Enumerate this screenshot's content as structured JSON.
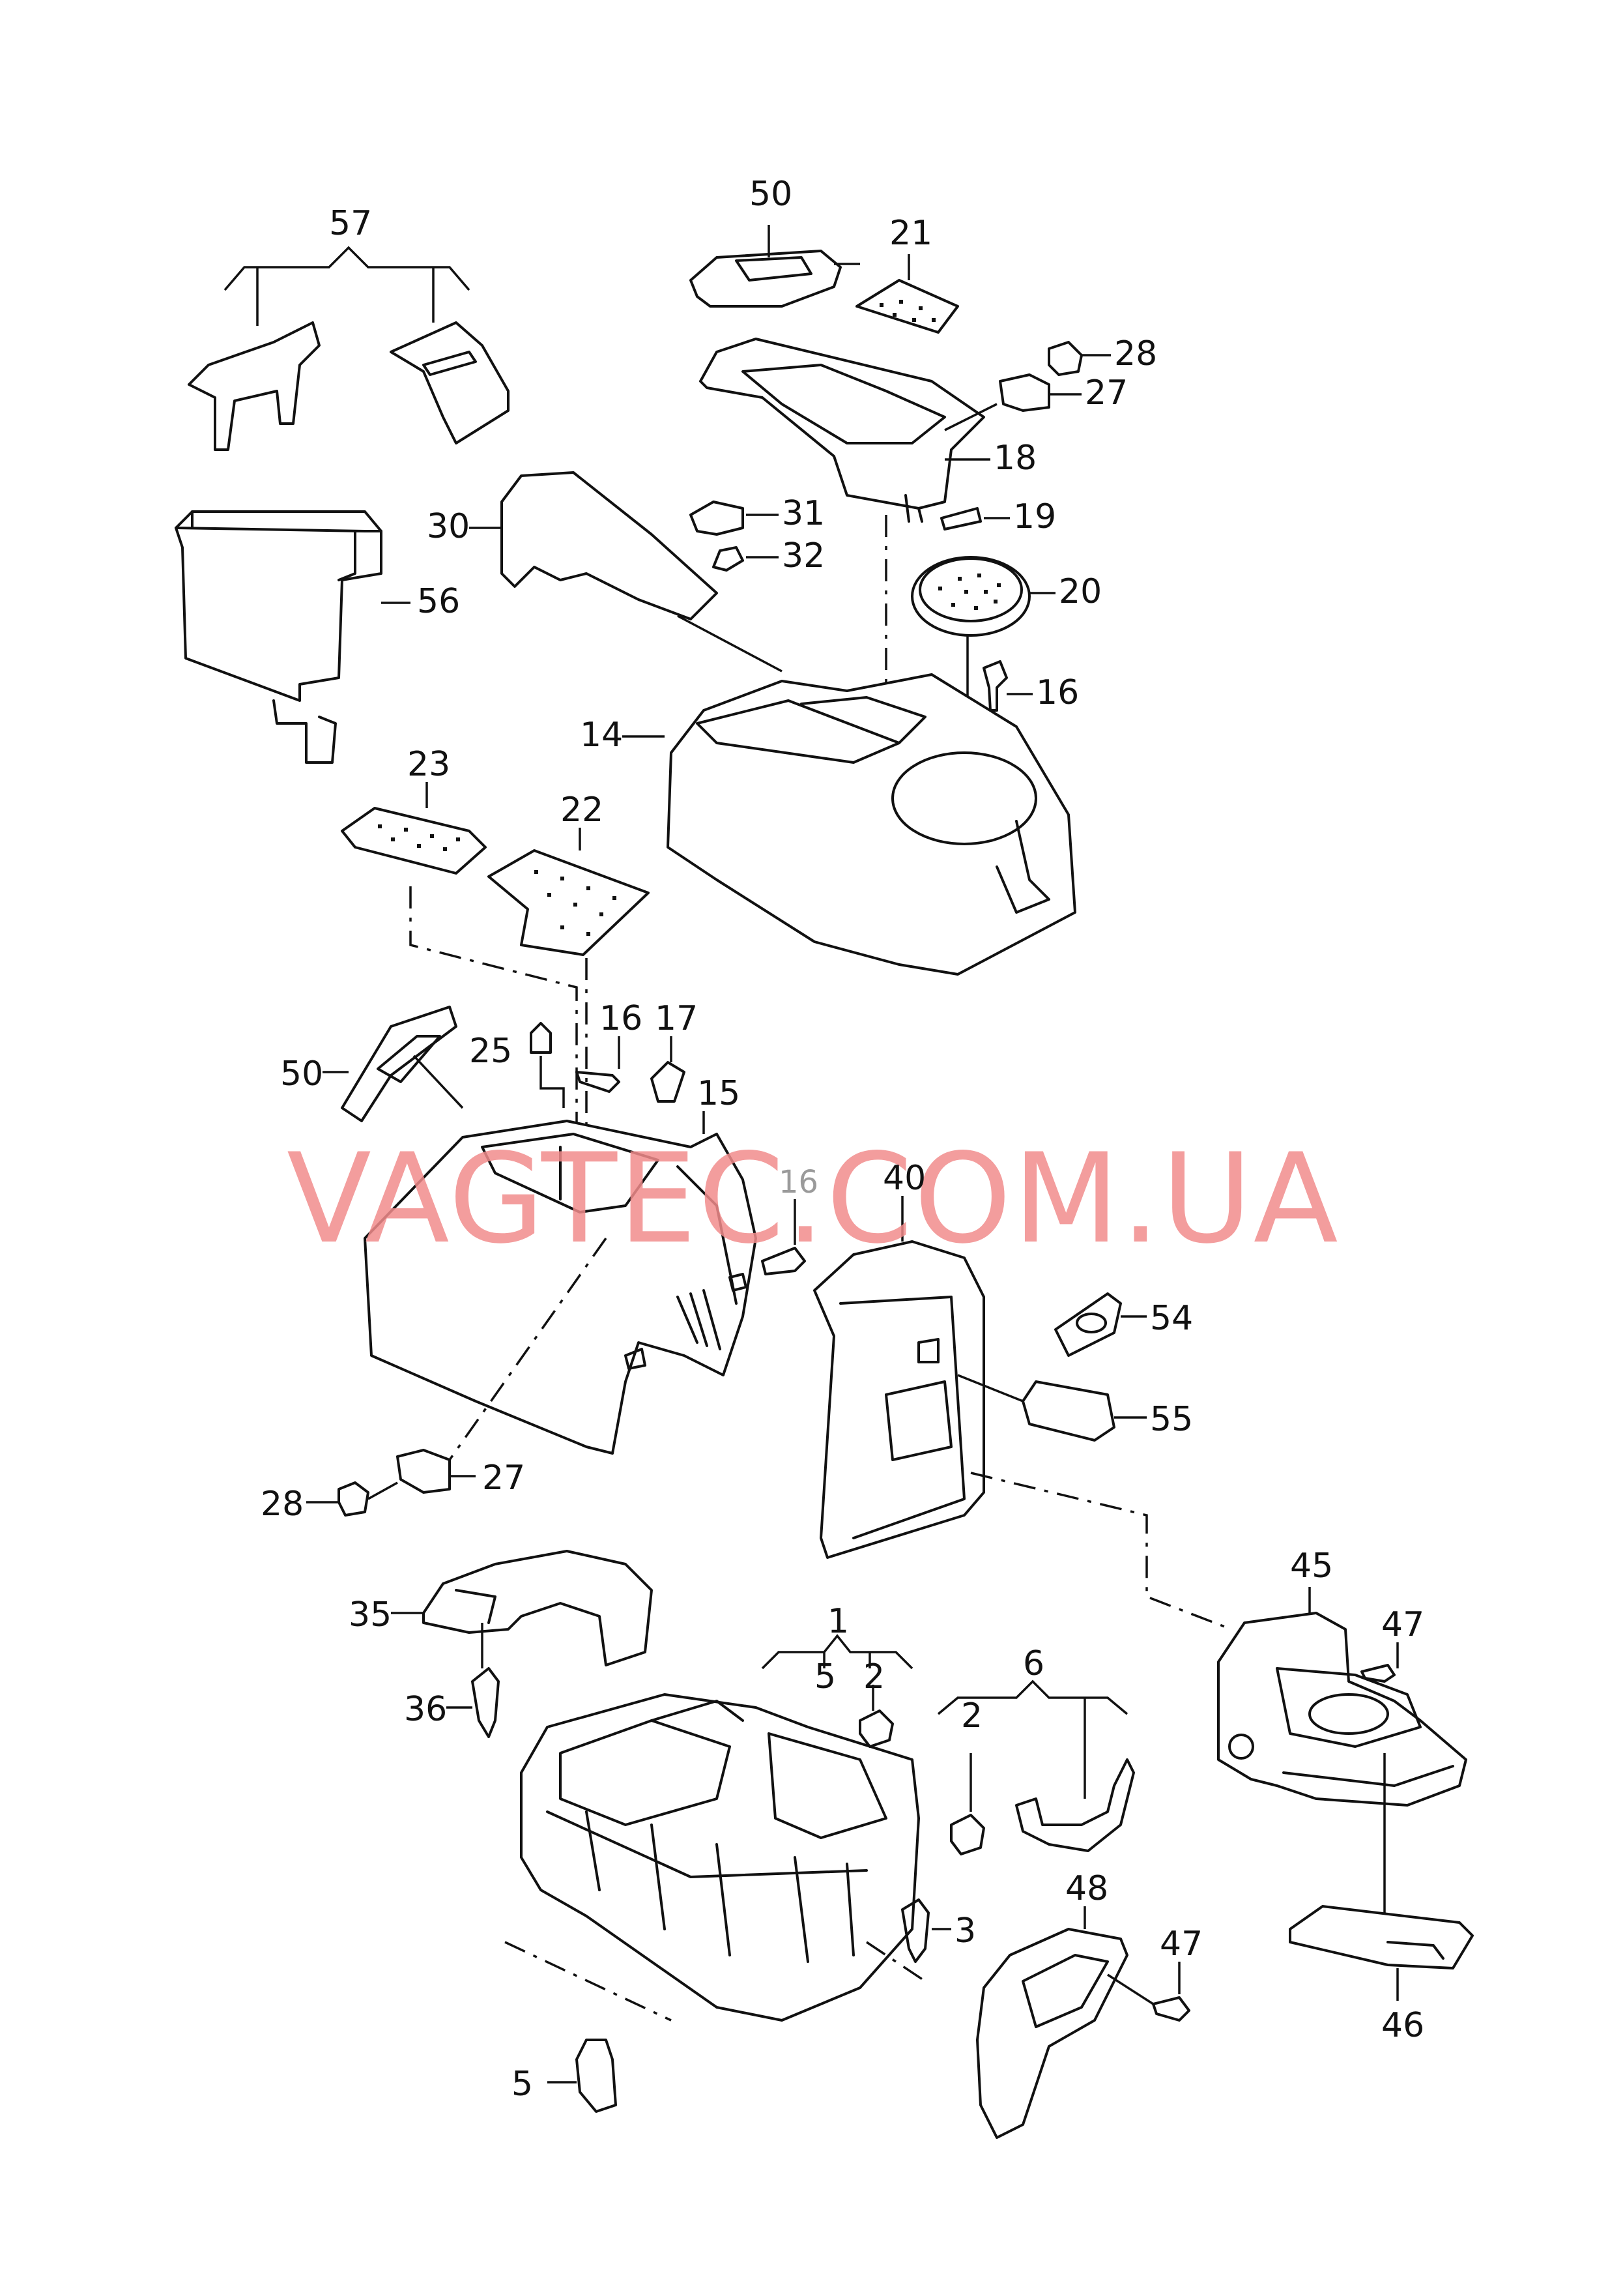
{
  "watermark": "VAGTEC.COM.UA",
  "callouts": {
    "c1": "1",
    "c2a": "2",
    "c2b": "2",
    "c3": "3",
    "c5a": "5",
    "c5b": "5",
    "c6": "6",
    "c14": "14",
    "c15": "15",
    "c16a": "16",
    "c16b": "16",
    "c16c": "16",
    "c17": "17",
    "c18": "18",
    "c19": "19",
    "c20": "20",
    "c21": "21",
    "c22": "22",
    "c23": "23",
    "c25": "25",
    "c27a": "27",
    "c27b": "27",
    "c28a": "28",
    "c28b": "28",
    "c30": "30",
    "c31": "31",
    "c32": "32",
    "c35": "35",
    "c36": "36",
    "c40": "40",
    "c45": "45",
    "c46": "46",
    "c47a": "47",
    "c47b": "47",
    "c48": "48",
    "c50a": "50",
    "c50b": "50",
    "c54": "54",
    "c55": "55",
    "c56": "56",
    "c57": "57"
  }
}
